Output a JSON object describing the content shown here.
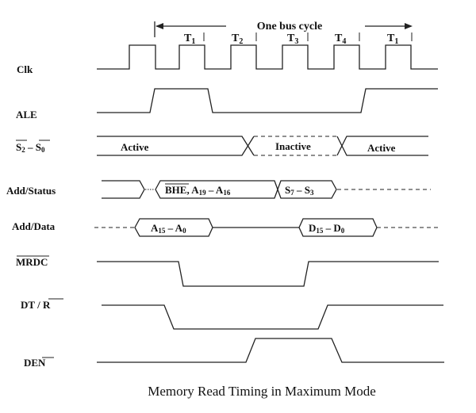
{
  "title": "Memory Read Timing in Maximum Mode",
  "bus_cycle_label": "One bus cycle",
  "t_states": [
    {
      "label": "T",
      "sub": "1"
    },
    {
      "label": "T",
      "sub": "2"
    },
    {
      "label": "T",
      "sub": "3"
    },
    {
      "label": "T",
      "sub": "4"
    },
    {
      "label": "T",
      "sub": "1"
    }
  ],
  "signals": {
    "clk": {
      "label": "Clk"
    },
    "ale": {
      "label": "ALE"
    },
    "status": {
      "label_a": "S",
      "sub_a": "2",
      "dash": " – ",
      "label_b": "S",
      "sub_b": "0",
      "active_left": "Active",
      "inactive": "Inactive",
      "active_right": "Active"
    },
    "add_status": {
      "label": "Add/Status",
      "seg1_a": "BHE",
      "seg1_b": ", A",
      "seg1_sub1": "19",
      "seg1_c": " – A",
      "seg1_sub2": "16",
      "seg2_a": "S",
      "seg2_sub1": "7",
      "seg2_b": " – S",
      "seg2_sub2": "3"
    },
    "add_data": {
      "label": "Add/Data",
      "seg1_a": "A",
      "seg1_sub1": "15",
      "seg1_b": " – A",
      "seg1_sub2": "0",
      "seg2_a": "D",
      "seg2_sub1": "15",
      "seg2_b": " – D",
      "seg2_sub2": "0"
    },
    "mrdc": {
      "label": "MRDC"
    },
    "dtr": {
      "label_a": "DT / ",
      "label_b": "R"
    },
    "den": {
      "label": "DEN"
    }
  }
}
